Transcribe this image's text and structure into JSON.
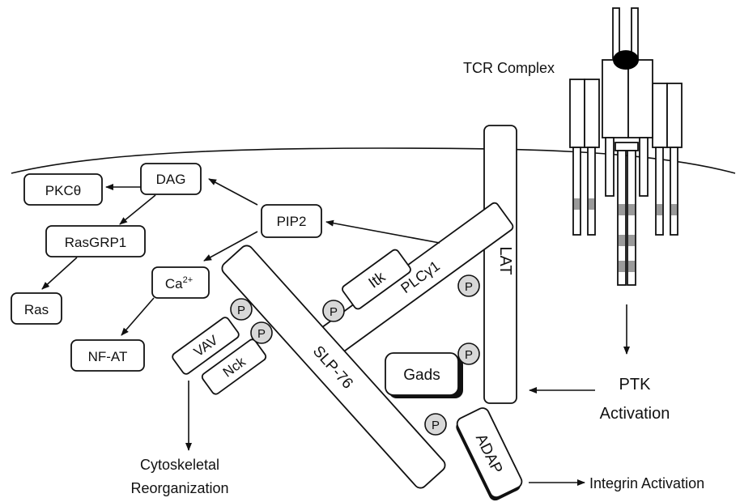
{
  "complex": {
    "tcr": "TCR Complex"
  },
  "molecules": {
    "lat": "LAT",
    "plcg1": "PLCγ1",
    "itk": "Itk",
    "slp76": "SLP-76",
    "gads": "Gads",
    "vav": "VAV",
    "nck": "Nck",
    "adap": "ADAP",
    "pip2": "PIP2",
    "dag": "DAG",
    "pkc": "PKCθ",
    "rasgrp1": "RasGRP1",
    "ras": "Ras",
    "ca_base": "Ca",
    "ca_sup": "2+",
    "nfat": "NF-AT"
  },
  "phospho": "P",
  "outputs": {
    "ptk_line1": "PTK",
    "ptk_line2": "Activation",
    "cyto_line1": "Cytoskeletal",
    "cyto_line2": "Reorganization",
    "integrin": "Integrin Activation"
  }
}
